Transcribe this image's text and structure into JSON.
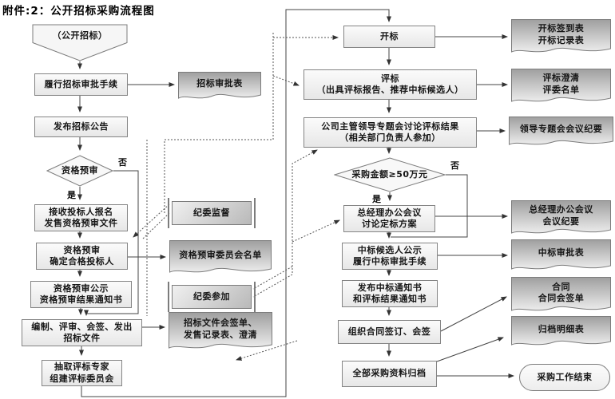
{
  "title": "附件:2：公开招标采购流程图",
  "labels": {
    "yes": "是",
    "no": "否"
  },
  "nodes": {
    "start": "（公开招标）",
    "approval": "履行招标审批手续",
    "announce": "发布招标公告",
    "prequal_check": "资格预审",
    "accept_bidders": "接收投标人报名\n发售资格预审文件",
    "prequal_confirm": "资格预审\n确定合格投标人",
    "prequal_publicity": "资格预审公示\n资格预审结果通知书",
    "prepare_docs": "编制、评审、会签、发出\n招标文件",
    "select_experts": "抽取评标专家\n组建评标委员会",
    "discipline_supervise": "纪委监督",
    "discipline_join": "纪委参加",
    "bid_opening": "开标",
    "bid_evaluation": "评标\n（出具评标报告、推荐中标候选人）",
    "leader_meeting": "公司主管领导专题会讨论评标结果\n（相关部门负责人参加）",
    "amount_check": "采购金额≥50万元",
    "gm_meeting": "总经理办公会议\n讨论定标方案",
    "winner_publicity": "中标候选人公示\n履行中标审批手续",
    "award_notice": "发布中标通知书\n和评标结果通知书",
    "contract_sign": "组织合同签订、会签",
    "archive_all": "全部采购资料归档",
    "end": "采购工作结束"
  },
  "documents": {
    "tender_approval_form": "招标审批表",
    "prequal_committee_list": "资格预审委员会名单",
    "doc_countersign_record": "招标文件会签单、\n发售记录表、澄清",
    "opening_signin": "开标签到表\n开标记录表",
    "eval_clarification": "评标澄清\n评委名单",
    "leader_meeting_minutes": "领导专题会会议纪要",
    "gm_meeting_minutes": "总经理办公会议\n会议纪要",
    "winner_approval_form": "中标审批表",
    "contract_countersign": "合同\n合同会签单",
    "archive_detail_list": "归档明细表"
  },
  "colors": {
    "box_border": "#848484",
    "doc_gradient_top": "#9f9f9f",
    "doc_gradient_bottom": "#ededed",
    "line": "#3a3a3a",
    "background": "#ffffff"
  }
}
